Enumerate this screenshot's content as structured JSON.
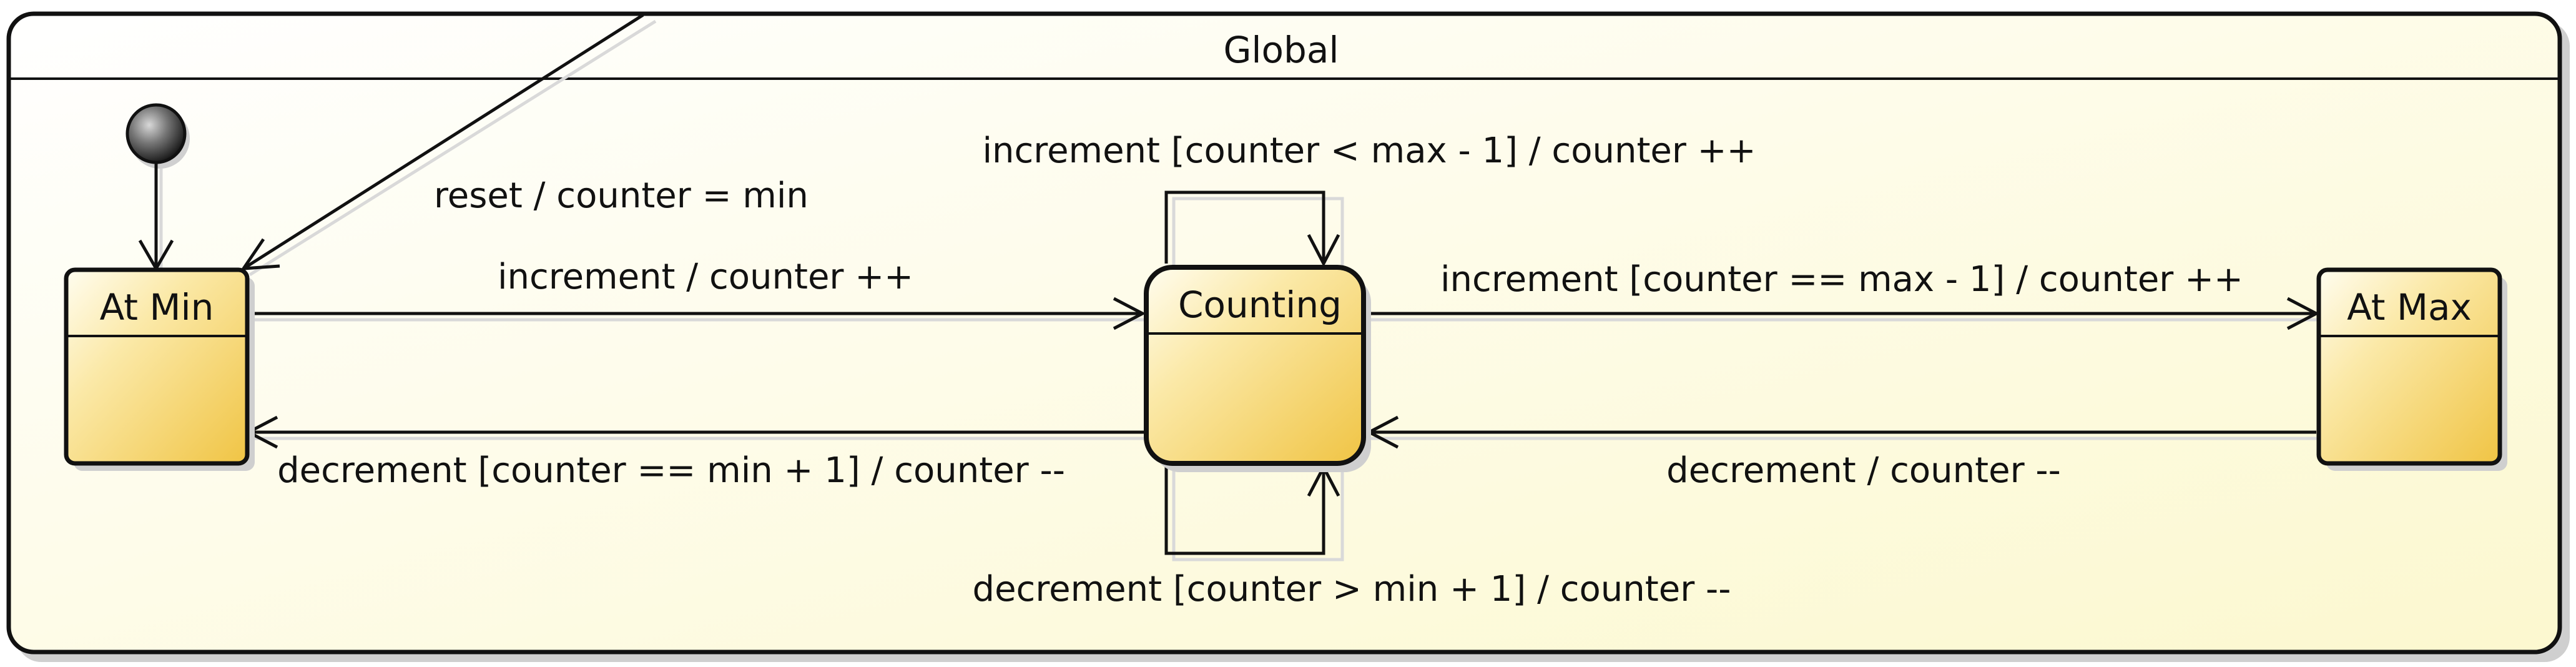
{
  "diagram": {
    "region": {
      "title": "Global"
    },
    "states": {
      "at_min": {
        "title": "At Min"
      },
      "counting": {
        "title": "Counting"
      },
      "at_max": {
        "title": "At Max"
      }
    },
    "transitions": {
      "reset": "reset / counter = min",
      "min_to_counting": "increment / counter ++",
      "counting_to_min": "decrement [counter == min + 1] / counter --",
      "counting_self_inc": "increment [counter < max - 1] / counter ++",
      "counting_self_dec": "decrement [counter > min + 1] / counter --",
      "counting_to_max": "increment [counter == max - 1] / counter ++",
      "max_to_counting": "decrement / counter --"
    },
    "colors": {
      "region_fill_left": "#ffffff",
      "region_fill_right": "#fdfbd9",
      "state_fill_top": "#fffbe6",
      "state_fill_bottom": "#f2c94c",
      "stroke": "#111111",
      "initial_node": "#555555"
    }
  }
}
